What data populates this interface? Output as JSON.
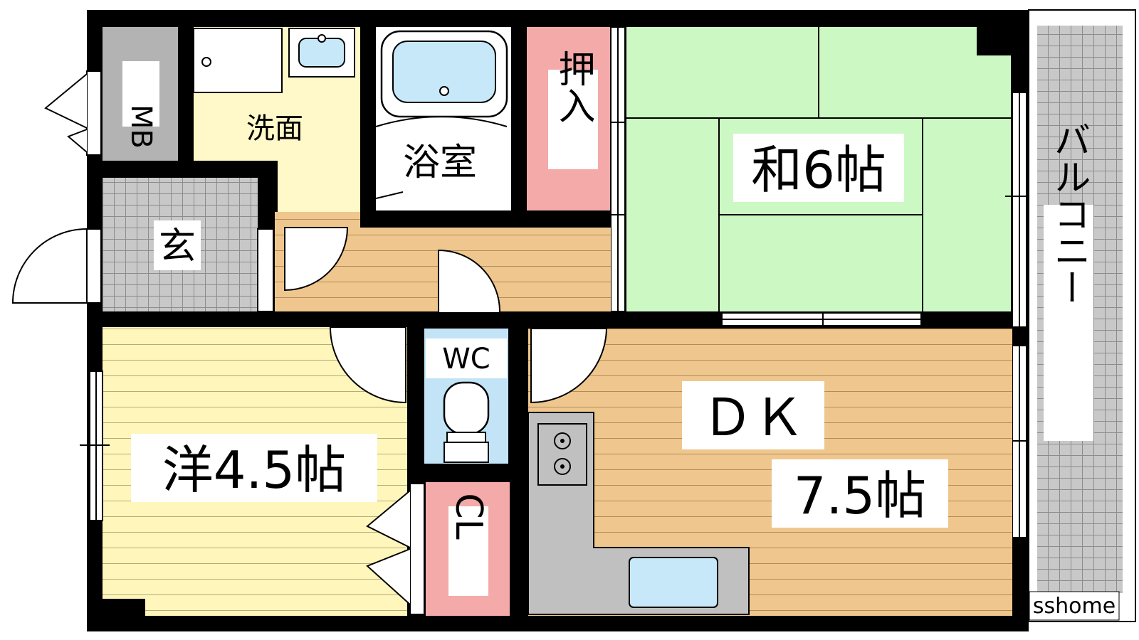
{
  "floor_plan": {
    "rooms": {
      "mb": "MB",
      "washroom": "洗面",
      "bath": "浴室",
      "closet_oshiire": "押入",
      "japanese_room": "和6帖",
      "entrance": "玄",
      "balcony": "バルコニー",
      "western_room": "洋4.5帖",
      "wc": "WC",
      "cl": "CL",
      "dk_line1": "ＤＫ",
      "dk_line2": "7.5帖"
    },
    "credit": "sshome"
  },
  "colors": {
    "wall": "#000000",
    "mb": "#b3b3b3",
    "washroom": "#fff8c8",
    "bath": "#ffffff",
    "water": "#c6e8f8",
    "oshiire": "#f4aaa8",
    "tatami": "#ccf8c4",
    "floor_wood": "#efc78e",
    "entrance_tile": "#c8c8c8",
    "western": "#fff6bc",
    "wc": "#c2e4f6",
    "cl": "#f4aaa8",
    "kitchen": "#c0c0c0",
    "balcony": "#c8c8c8"
  }
}
